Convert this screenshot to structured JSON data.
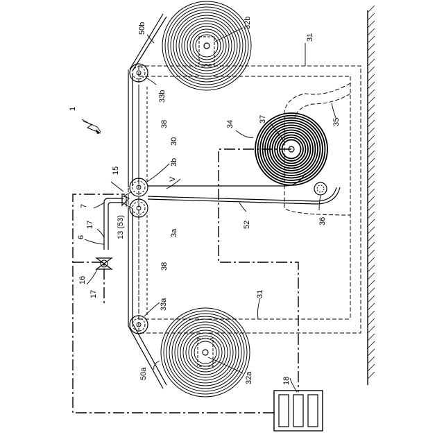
{
  "labels": {
    "fig_ref": "1",
    "film_upper": "50b",
    "film_lower": "50a",
    "roll_upper": "32b",
    "roll_lower": "32a",
    "guide_upper": "33b",
    "guide_lower": "33a",
    "frame": "31",
    "frame_lower": "31",
    "unit": "34",
    "drum": "37",
    "arm": "35",
    "small_roller": "36",
    "belt": "38",
    "belt_lower": "38",
    "housing": "30",
    "nip_upper": "3b",
    "nip_lower": "3a",
    "point_v": "V",
    "nozzle": "15",
    "pipe": "7",
    "pipe_label": "17",
    "pipe_label_lower": "17",
    "line6": "6",
    "channel": "13 (53)",
    "valve": "16",
    "signal": "52",
    "controller": "18"
  }
}
